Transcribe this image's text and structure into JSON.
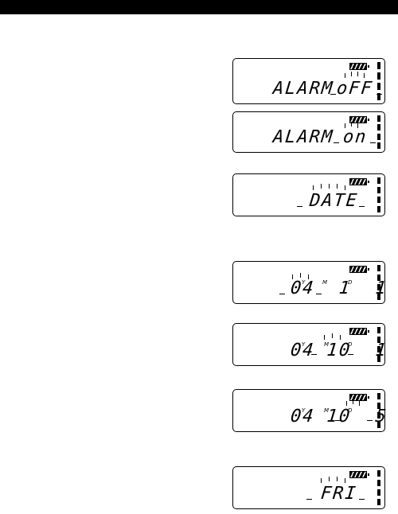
{
  "displays": [
    {
      "id": "alarm-off",
      "text": "ALARM",
      "value": "oFF"
    },
    {
      "id": "alarm-on",
      "text": "ALARM",
      "value": "on"
    },
    {
      "id": "date",
      "text": "",
      "value": "DATE"
    },
    {
      "id": "year",
      "y": "Y",
      "m": "M",
      "d": "D",
      "value": "04  1  1"
    },
    {
      "id": "month",
      "y": "Y",
      "m": "M",
      "d": "D",
      "value": "04 10  1"
    },
    {
      "id": "day",
      "y": "Y",
      "m": "M",
      "d": "D",
      "value": "04 10  5"
    },
    {
      "id": "weekday",
      "text": "",
      "value": "FRI"
    }
  ]
}
